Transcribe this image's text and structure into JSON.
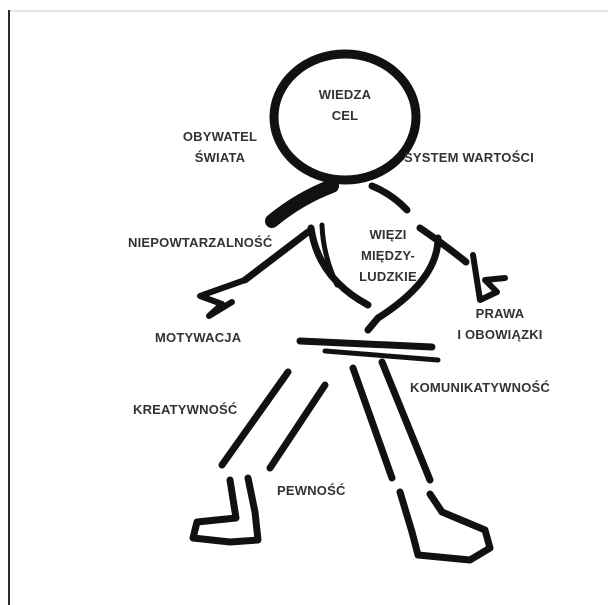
{
  "figure": {
    "ink_color": "#111111",
    "label_color": "#333333",
    "labels": {
      "head_line1": "WIEDZA",
      "head_line2": "CEL",
      "citizen_line1": "OBYWATEL",
      "citizen_line2": "ŚWIATA",
      "values": "SYSTEM WARTOŚCI",
      "uniqueness": "NIEPOWTARZALNOŚĆ",
      "bonds_line1": "WIĘZI",
      "bonds_line2": "MIĘDZY-",
      "bonds_line3": "LUDZKIE",
      "rights_line1": "PRAWA",
      "rights_line2": "I OBOWIĄZKI",
      "motivation": "MOTYWACJA",
      "communicativeness": "KOMUNIKATYWNOŚĆ",
      "creativity": "KREATYWNOŚĆ",
      "confidence": "PEWNOŚĆ"
    }
  }
}
